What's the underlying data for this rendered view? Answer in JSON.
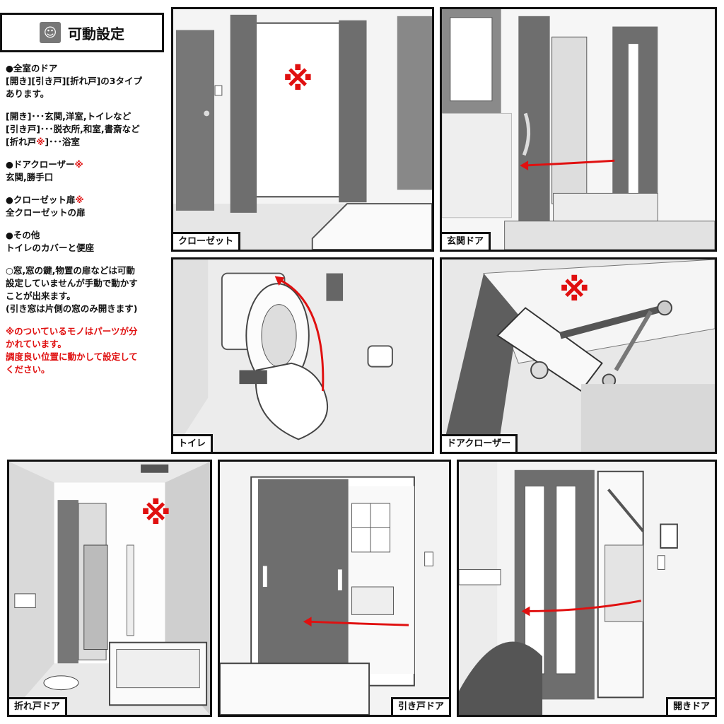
{
  "title": {
    "icon": "mascot-icon",
    "text": "可動設定"
  },
  "notes": {
    "doors": {
      "line1": "●全室のドア",
      "line2": "[開き][引き戸][折れ戸]の3タイプ",
      "line3": "あります。"
    },
    "types": {
      "line1": "[開き]･･･玄関,洋室,トイレなど",
      "line2": "[引き戸]･･･脱衣所,和室,書斎など",
      "line3a": "[折れ戸",
      "line3b": "※",
      "line3c": "]･･･浴室"
    },
    "closer": {
      "line1a": "●ドアクローザー",
      "line1b": "※",
      "line2": "玄関,勝手口"
    },
    "closet": {
      "line1a": "●クローゼット扉",
      "line1b": "※",
      "line2": "全クローゼットの扉"
    },
    "other": {
      "line1": "●その他",
      "line2": "トイレのカバーと便座"
    },
    "window": {
      "line1": "○窓,窓の鍵,物置の扉などは可動",
      "line2": "設定していませんが手動で動かす",
      "line3": "ことが出来ます。",
      "line4": "(引き窓は片側の窓のみ開きます)"
    },
    "warning": {
      "line1": "※のついているモノはパーツが分",
      "line2": "かれています。",
      "line3": "調度良い位置に動かして設定して",
      "line4": "ください。"
    }
  },
  "marker": "※",
  "panels": {
    "closet": "クローゼット",
    "entrance": "玄関ドア",
    "toilet": "トイレ",
    "closer": "ドアクローザー",
    "folding": "折れ戸ドア",
    "sliding": "引き戸ドア",
    "hinged": "開きドア"
  },
  "colors": {
    "accent_red": "#e01010",
    "door_gray": "#6e6e6e",
    "wall_light": "#efefef"
  }
}
